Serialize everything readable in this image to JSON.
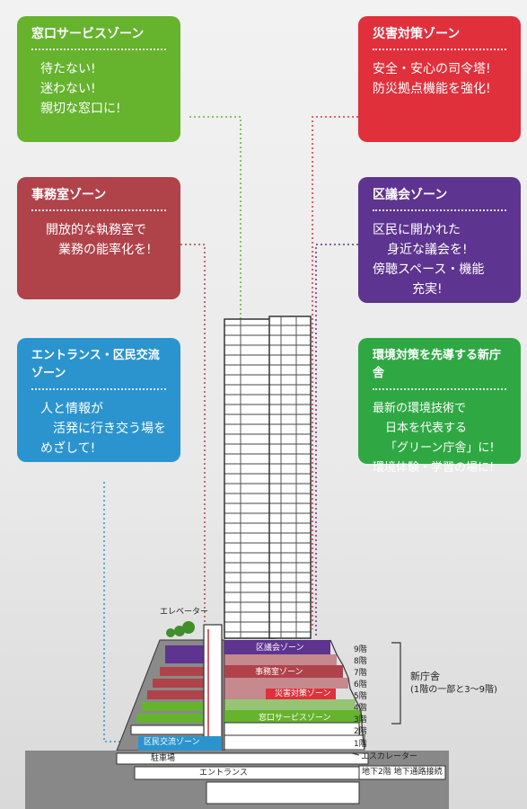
{
  "cards": {
    "window": {
      "title": "窓口サービスゾーン",
      "lines": [
        "待たない!",
        "迷わない!",
        "親切な窓口に!"
      ]
    },
    "office": {
      "title": "事務室ゾーン",
      "lines": [
        "開放的な執務室で",
        "業務の能率化を!"
      ]
    },
    "entrance": {
      "title": "エントランス・区民交流ゾーン",
      "lines": [
        "人と情報が",
        "活発に行き交う場を",
        "めざして!"
      ]
    },
    "disaster": {
      "title": "災害対策ゾーン",
      "lines": [
        "安全・安心の司令塔!",
        "防災拠点機能を強化!"
      ]
    },
    "assembly": {
      "title": "区議会ゾーン",
      "lines": [
        "区民に開かれた",
        "身近な議会を!",
        "傍聴スペース・機能",
        "充実!"
      ]
    },
    "env": {
      "title": "環境対策を先導する新庁舎",
      "lines": [
        "最新の環境技術で",
        "日本を代表する",
        "「グリーン庁舎」に!",
        "環境体験・学習の場に!"
      ]
    }
  },
  "zones": {
    "assembly": "区議会ゾーン",
    "office": "事務室ゾーン",
    "disaster": "災害対策ゾーン",
    "window": "窓口サービスゾーン",
    "exchange": "区民交流ゾーン"
  },
  "floors": [
    "9階",
    "8階",
    "7階",
    "6階",
    "5階",
    "4階",
    "3階",
    "2階",
    "1階"
  ],
  "labels": {
    "elevator": "エレベーター",
    "parking": "駐車場",
    "entrance": "エントランス",
    "escalator": "エスカレーター",
    "basement": "地下2階 地下通路接続",
    "new_building": "新庁舎",
    "new_building_note": "(1階の一部と3〜9階)"
  },
  "colors": {
    "green": "#66b32e",
    "maroon": "#b0424a",
    "blue": "#2b94cf",
    "red": "#e0303c",
    "purple": "#5d3490",
    "env_green": "#2fa844"
  }
}
